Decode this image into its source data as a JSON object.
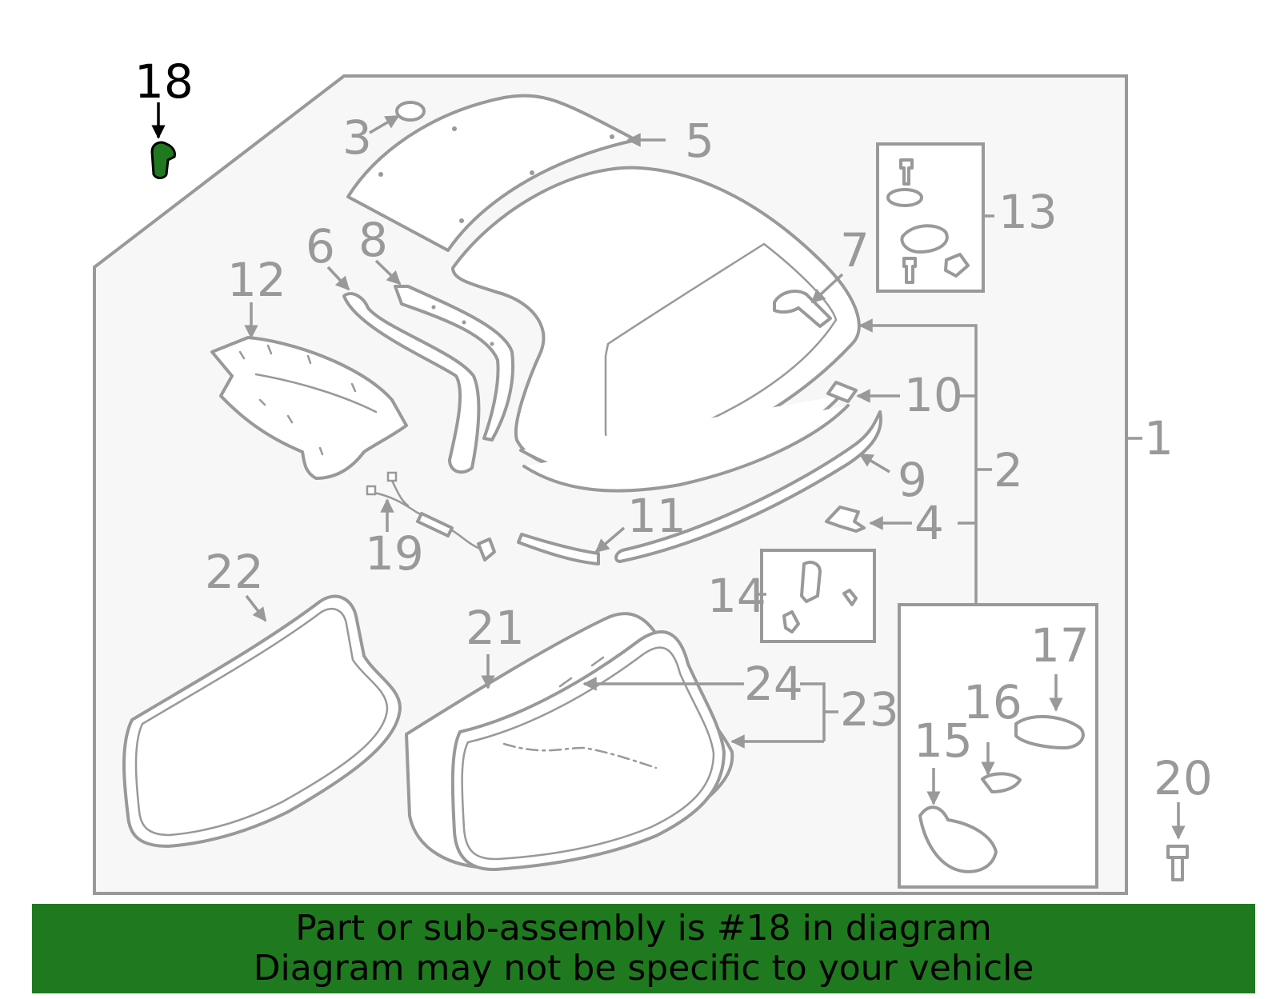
{
  "diagram": {
    "highlight_color": "#1f7a1f",
    "line_color": "#999999",
    "panel_fill": "#f7f7f7",
    "highlighted_part": "18",
    "callouts": [
      "1",
      "2",
      "3",
      "4",
      "5",
      "6",
      "7",
      "8",
      "9",
      "10",
      "11",
      "12",
      "13",
      "14",
      "15",
      "16",
      "17",
      "18",
      "19",
      "20",
      "21",
      "22",
      "23",
      "24"
    ]
  },
  "banner": {
    "line1": "Part or sub-assembly is #18 in diagram",
    "line2": "Diagram may not be specific to your vehicle",
    "background": "#1f7a1f"
  }
}
